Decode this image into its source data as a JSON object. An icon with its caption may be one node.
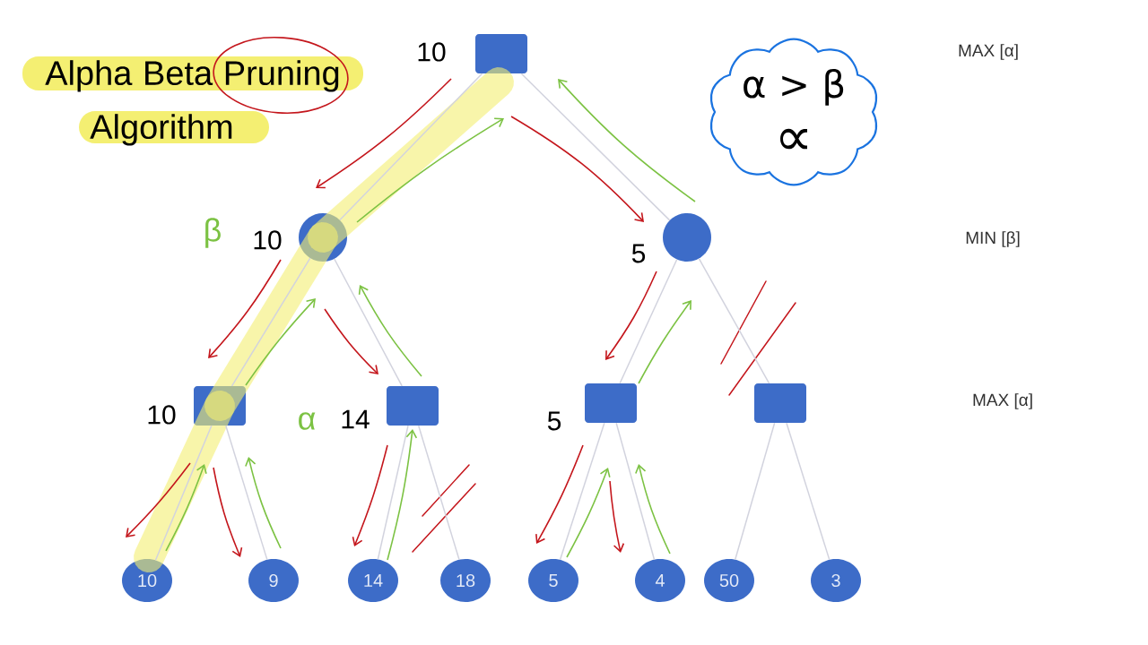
{
  "diagram": {
    "title": "Alpha Beta Pruning Algorithm",
    "nodes": [
      {
        "text": [],
        "shape": "box",
        "beside": [
          "10"
        ]
      },
      {
        "text": [
          "α > β",
          "∝"
        ]
      },
      {
        "text": [],
        "shape": "circle",
        "beside": [
          "10"
        ]
      },
      {
        "text": [],
        "shape": "circle",
        "beside": [
          "5"
        ]
      },
      {
        "text": [],
        "shape": "box",
        "beside": [
          "10"
        ]
      },
      {
        "text": [],
        "shape": "box",
        "beside": [
          "14"
        ]
      },
      {
        "text": [],
        "shape": "box",
        "beside": [
          "5"
        ]
      },
      {
        "text": [],
        "shape": "box"
      },
      {
        "text": [
          "10"
        ]
      },
      {
        "text": [
          "9"
        ]
      },
      {
        "text": [
          "14"
        ]
      },
      {
        "text": [
          "18"
        ]
      },
      {
        "text": [
          "5"
        ]
      },
      {
        "text": [
          "4"
        ]
      },
      {
        "text": [
          "50"
        ]
      },
      {
        "text": [
          "3"
        ]
      }
    ],
    "edges": [
      {
        "from": 0,
        "to": 2,
        "arrow": "none"
      },
      {
        "from": 0,
        "to": 3,
        "arrow": "none"
      },
      {
        "from": 2,
        "to": 4,
        "arrow": "none"
      },
      {
        "from": 2,
        "to": 5,
        "arrow": "none"
      },
      {
        "from": 3,
        "to": 6,
        "arrow": "none"
      },
      {
        "from": 3,
        "to": 7,
        "arrow": "none"
      },
      {
        "from": 4,
        "to": 8,
        "arrow": "none"
      },
      {
        "from": 4,
        "to": 9,
        "arrow": "none"
      },
      {
        "from": 5,
        "to": 10,
        "arrow": "none"
      },
      {
        "from": 5,
        "to": 11,
        "arrow": "none"
      },
      {
        "from": 6,
        "to": 12,
        "arrow": "none"
      },
      {
        "from": 6,
        "to": 13,
        "arrow": "none"
      },
      {
        "from": 7,
        "to": 14,
        "arrow": "none"
      },
      {
        "from": 7,
        "to": 15,
        "arrow": "none"
      },
      {
        "from": 0,
        "to": 2,
        "arrow": "to",
        "color": "#c4161c"
      },
      {
        "from": 2,
        "to": 0,
        "arrow": "to",
        "color": "#7cc243"
      },
      {
        "from": 0,
        "to": 3,
        "arrow": "to",
        "color": "#c4161c"
      },
      {
        "from": 3,
        "to": 0,
        "arrow": "to",
        "color": "#7cc243"
      },
      {
        "from": 2,
        "to": 4,
        "arrow": "to",
        "color": "#c4161c"
      },
      {
        "from": 4,
        "to": 2,
        "arrow": "to",
        "color": "#7cc243"
      },
      {
        "from": 2,
        "to": 5,
        "arrow": "to",
        "color": "#c4161c"
      },
      {
        "from": 5,
        "to": 2,
        "arrow": "to",
        "color": "#7cc243"
      },
      {
        "from": 3,
        "to": 6,
        "arrow": "to",
        "color": "#c4161c"
      },
      {
        "from": 6,
        "to": 3,
        "arrow": "to",
        "color": "#7cc243"
      },
      {
        "from": 4,
        "to": 8,
        "arrow": "to",
        "color": "#c4161c"
      },
      {
        "from": 8,
        "to": 4,
        "arrow": "to",
        "color": "#7cc243"
      },
      {
        "from": 4,
        "to": 9,
        "arrow": "to",
        "color": "#c4161c"
      },
      {
        "from": 9,
        "to": 4,
        "arrow": "to",
        "color": "#7cc243"
      },
      {
        "from": 5,
        "to": 10,
        "arrow": "to",
        "color": "#c4161c"
      },
      {
        "from": 10,
        "to": 5,
        "arrow": "to",
        "color": "#7cc243"
      },
      {
        "from": 6,
        "to": 12,
        "arrow": "to",
        "color": "#c4161c"
      },
      {
        "from": 12,
        "to": 6,
        "arrow": "to",
        "color": "#7cc243"
      },
      {
        "from": 6,
        "to": 13,
        "arrow": "to",
        "color": "#c4161c"
      },
      {
        "from": 13,
        "to": 6,
        "arrow": "to",
        "color": "#7cc243"
      }
    ],
    "labels": [
      "MAX [α]",
      "β",
      "MIN [β]",
      "α",
      "MAX [α]"
    ]
  }
}
